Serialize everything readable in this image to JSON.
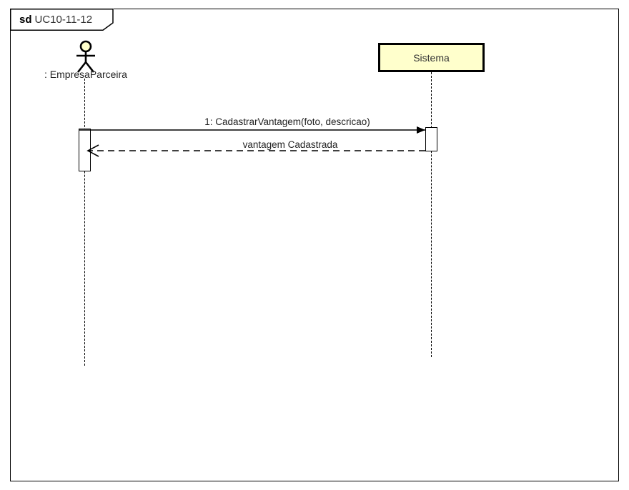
{
  "diagram": {
    "kind": "uml-sequence-diagram",
    "frame": {
      "keyword": "sd",
      "name": "UC10-11-12"
    },
    "colors": {
      "background": "#FFFFFF",
      "line": "#000000",
      "participant_fill": "#FFFFCC",
      "actor_head_fill": "#FFFFCC",
      "text": "#222222"
    },
    "participants": [
      {
        "id": "actor",
        "type": "actor",
        "label": ": EmpresaParceira",
        "icon": "actor-stick-figure-icon"
      },
      {
        "id": "sistema",
        "type": "object",
        "label": "Sistema"
      }
    ],
    "messages": [
      {
        "seq": "1",
        "label": "1: CadastrarVantagem(foto, descricao)",
        "from": "actor",
        "to": "sistema",
        "style": "solid",
        "arrowhead": "filled"
      },
      {
        "seq": "2",
        "label": "vantagem Cadastrada",
        "from": "sistema",
        "to": "actor",
        "style": "dashed",
        "arrowhead": "open"
      }
    ]
  }
}
